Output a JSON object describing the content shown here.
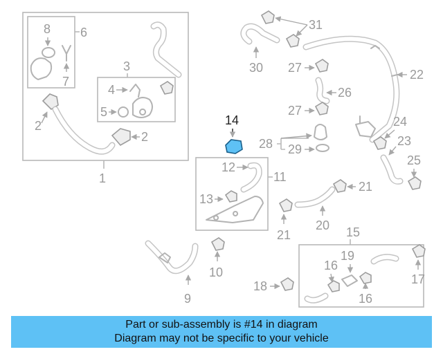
{
  "diagram": {
    "callouts": {
      "c1": "1",
      "c2a": "2",
      "c2b": "2",
      "c3": "3",
      "c4": "4",
      "c5": "5",
      "c6": "6",
      "c7": "7",
      "c8": "8",
      "c9": "9",
      "c10": "10",
      "c11": "11",
      "c12": "12",
      "c13": "13",
      "c14": "14",
      "c15": "15",
      "c16a": "16",
      "c16b": "16",
      "c17": "17",
      "c18": "18",
      "c19": "19",
      "c20": "20",
      "c21a": "21",
      "c21b": "21",
      "c22": "22",
      "c23": "23",
      "c24": "24",
      "c25": "25",
      "c26": "26",
      "c27a": "27",
      "c27b": "27",
      "c28": "28",
      "c29": "29",
      "c30": "30",
      "c31": "31"
    },
    "highlight_part": "14",
    "highlight_color": "#5ec1f5"
  },
  "banner": {
    "line1": "Part or sub-assembly is #14 in diagram",
    "line2": "Diagram may not be specific to your vehicle",
    "background": "#5ec1f5"
  }
}
